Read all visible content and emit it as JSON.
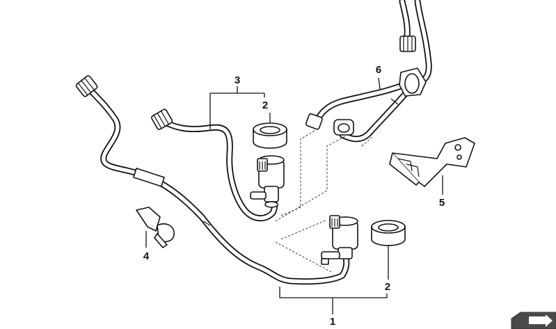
{
  "callouts": {
    "c1": "1",
    "c2a": "2",
    "c2b": "2",
    "c3": "3",
    "c4": "4",
    "c5": "5",
    "c6": "6"
  },
  "colors": {
    "line": "#111111",
    "background": "#ffffff"
  },
  "icons": {
    "corner": "arrow-badge-icon"
  }
}
